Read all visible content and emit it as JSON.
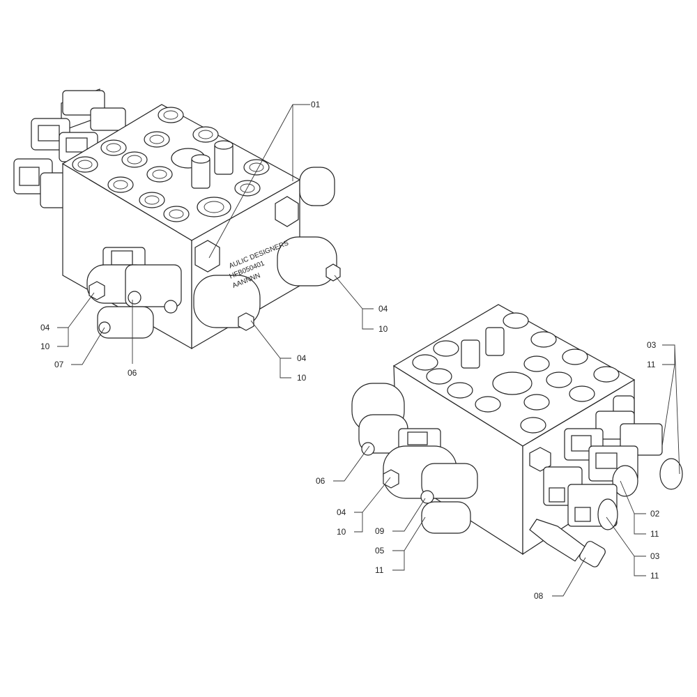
{
  "engraving": [
    "AULIC  DESIGNERS",
    "HFB050401",
    "AANNNN"
  ],
  "callouts": [
    {
      "id": "c1",
      "text": "01"
    },
    {
      "id": "c2",
      "text": "04"
    },
    {
      "id": "c3",
      "text": "10"
    },
    {
      "id": "c4",
      "text": "07"
    },
    {
      "id": "c5",
      "text": "06"
    },
    {
      "id": "c6",
      "text": "04"
    },
    {
      "id": "c7",
      "text": "10"
    },
    {
      "id": "c8",
      "text": "04"
    },
    {
      "id": "c9",
      "text": "10"
    },
    {
      "id": "c10",
      "text": "03"
    },
    {
      "id": "c11",
      "text": "11"
    },
    {
      "id": "c12",
      "text": "06"
    },
    {
      "id": "c13",
      "text": "04"
    },
    {
      "id": "c14",
      "text": "10"
    },
    {
      "id": "c15",
      "text": "09"
    },
    {
      "id": "c16",
      "text": "05"
    },
    {
      "id": "c17",
      "text": "11"
    },
    {
      "id": "c18",
      "text": "02"
    },
    {
      "id": "c19",
      "text": "11"
    },
    {
      "id": "c20",
      "text": "03"
    },
    {
      "id": "c21",
      "text": "11"
    },
    {
      "id": "c22",
      "text": "08"
    }
  ]
}
